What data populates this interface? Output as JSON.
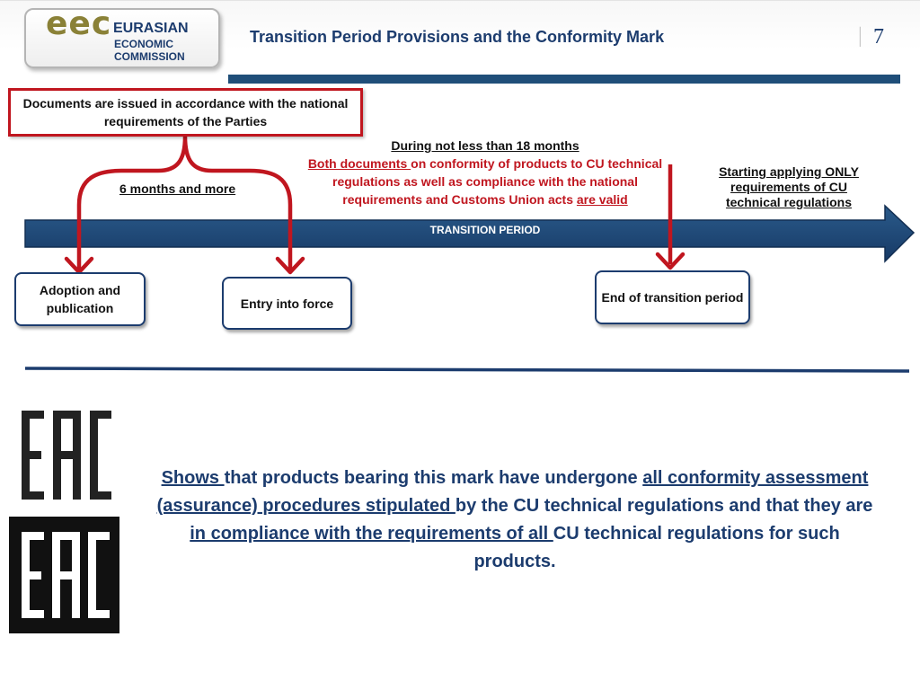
{
  "header": {
    "logo_mark": "eec",
    "logo_line1": "EURASIAN",
    "logo_line2": "ECONOMIC",
    "logo_line3": "COMMISSION",
    "title": "Transition Period Provisions and the Conformity Mark",
    "separator": "|",
    "page_number": "7"
  },
  "timeline": {
    "documents_box": "Documents are issued  in accordance with the national requirements of the Parties",
    "six_months": "6 months and more",
    "during_heading": "During not less than 18 months",
    "during_part1": "Both documents ",
    "during_part2": "on conformity of products to CU technical regulations as well as compliance with the national requirements and Customs Union acts ",
    "during_part3": "are valid",
    "only_cu": "Starting applying ONLY requirements of CU technical regulations",
    "transition_label": "TRANSITION PERIOD",
    "adoption": "Adoption and publication",
    "entry": "Entry into force",
    "end": "End of transition period"
  },
  "conformity": {
    "part1": "Shows ",
    "part2": "that products bearing this mark have undergone ",
    "part3": "all conformity assessment (assurance) procedures stipulated ",
    "part4": "by the CU technical regulations and that they are ",
    "part5": "in compliance with the requirements of all ",
    "part6": "CU technical regulations for such products."
  },
  "colors": {
    "navy": "#1c3c6e",
    "arrow_blue": "#1f4e79",
    "red": "#c0161f",
    "logo_gold": "#8a8137"
  }
}
